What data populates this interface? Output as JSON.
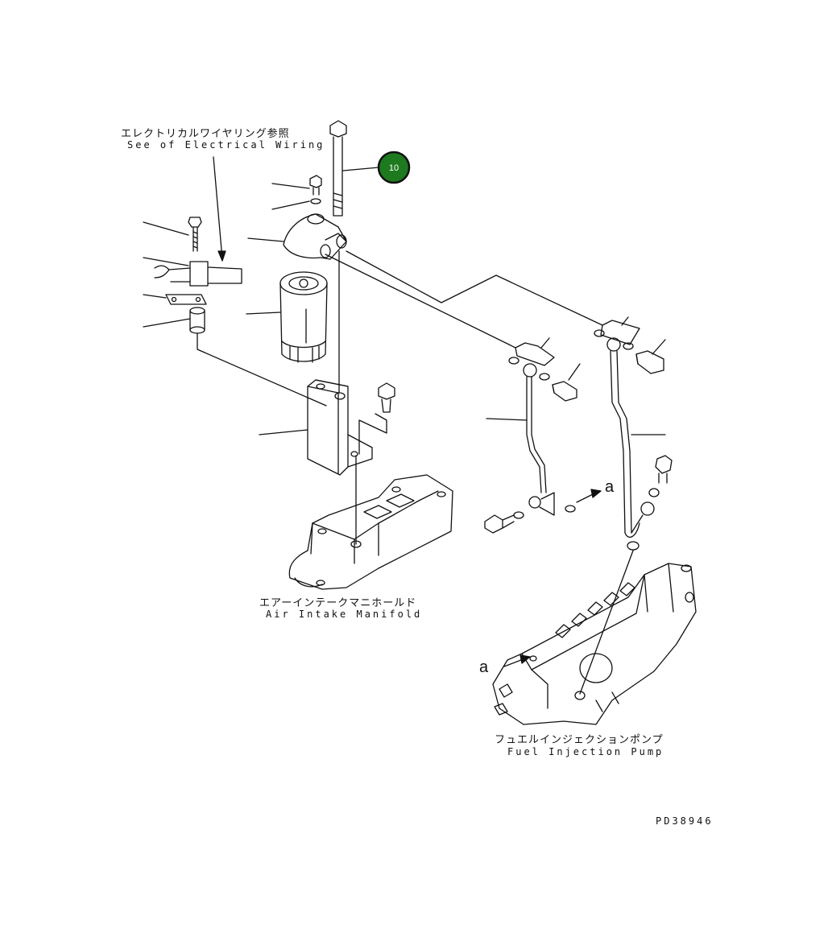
{
  "labels": {
    "electrical_jp": "エレクトリカルワイヤリング参照",
    "electrical_en": "See of Electrical Wiring",
    "manifold_jp": "エアーインテークマニホールド",
    "manifold_en": "Air Intake Manifold",
    "pump_jp": "フュエルインジェクションポンプ",
    "pump_en": "Fuel Injection Pump"
  },
  "callout": {
    "number": "10",
    "color": "#1e7a1e"
  },
  "view_marks": {
    "arrow_a": "a",
    "target_a": "a"
  },
  "drawing_code": "PD38946"
}
